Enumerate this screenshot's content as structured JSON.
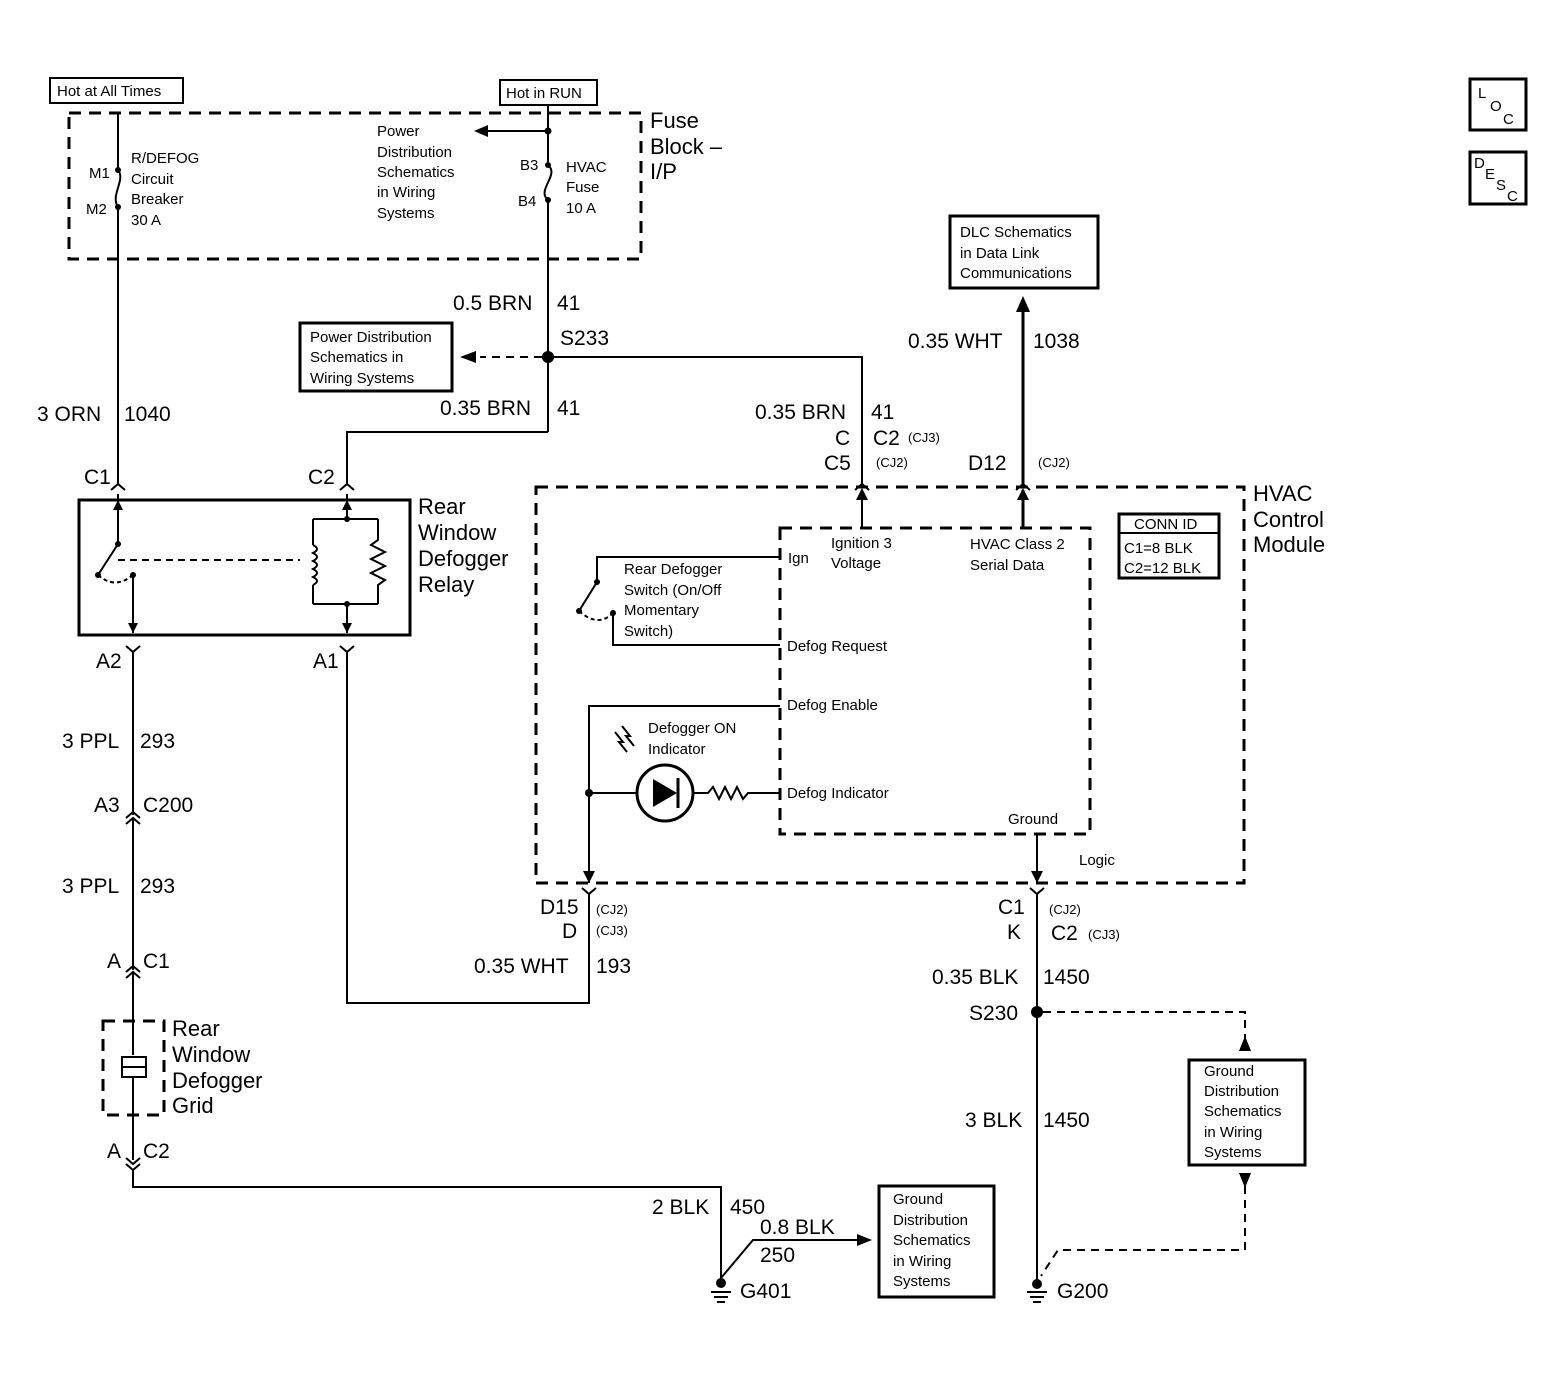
{
  "labels": {
    "hot_at_all_times": "Hot at All Times",
    "hot_in_run": "Hot in RUN",
    "fuse_block": [
      "Fuse",
      "Block –",
      "I/P"
    ],
    "m1": "M1",
    "m2": "M2",
    "cb_desc": [
      "R/DEFOG",
      "Circuit",
      "Breaker",
      "30 A"
    ],
    "pd_top": [
      "Power",
      "Distribution",
      "Schematics",
      "in Wiring",
      "Systems"
    ],
    "b3": "B3",
    "b4": "B4",
    "hvac_fuse": [
      "HVAC",
      "Fuse",
      "10 A"
    ],
    "loc_box": [
      "L",
      "O",
      "C"
    ],
    "desc_box": [
      "D",
      "E",
      "S",
      "C"
    ],
    "dlc_box": [
      "DLC Schematics",
      "in Data Link",
      "Communications"
    ],
    "w_05brn": "0.5 BRN",
    "n41a": "41",
    "s233": "S233",
    "pd_box": [
      "Power Distribution",
      "Schematics in",
      "Wiring Systems"
    ],
    "w_3orn": "3 ORN",
    "n1040": "1040",
    "w_035brn_a": "0.35 BRN",
    "n41b": "41",
    "w_035brn_b": "0.35 BRN",
    "n41c": "41",
    "c_pin": "C",
    "c2_pin": "C2",
    "cj3_a": "(CJ3)",
    "c5_pin": "C5",
    "cj2_a": "(CJ2)",
    "w_035wht_top": "0.35 WHT",
    "n1038": "1038",
    "d12": "D12",
    "cj2_b": "(CJ2)",
    "c1_relay": "C1",
    "c2_relay": "C2",
    "relay_name": [
      "Rear",
      "Window",
      "Defogger",
      "Relay"
    ],
    "a2": "A2",
    "a1": "A1",
    "hvac_module": [
      "HVAC",
      "Control",
      "Module"
    ],
    "conn_id_title": "CONN ID",
    "conn_c1": "C1=8 BLK",
    "conn_c2": "C2=12 BLK",
    "ign3": [
      "Ignition 3",
      "Voltage"
    ],
    "class2": [
      "HVAC Class 2",
      "Serial Data"
    ],
    "ign": "Ign",
    "rear_def_switch": [
      "Rear Defogger",
      "Switch (On/Off",
      "Momentary",
      "Switch)"
    ],
    "defog_request": "Defog Request",
    "defog_enable": "Defog Enable",
    "defog_on_ind": [
      "Defogger ON",
      "Indicator"
    ],
    "defog_indicator": "Defog Indicator",
    "ground": "Ground",
    "logic": "Logic",
    "w_3ppl_a": "3 PPL",
    "n293a": "293",
    "a3": "A3",
    "c200": "C200",
    "w_3ppl_b": "3 PPL",
    "n293b": "293",
    "d15": "D15",
    "cj2_c": "(CJ2)",
    "d_pin": "D",
    "cj3_b": "(CJ3)",
    "w_035wht_bot": "0.35 WHT",
    "n193": "193",
    "c1_bot": "C1",
    "cj2_d": "(CJ2)",
    "k_pin": "K",
    "c2_bot": "C2",
    "cj3_c": "(CJ3)",
    "w_035blk": "0.35 BLK",
    "n1450a": "1450",
    "s230": "S230",
    "a_c1": "A",
    "c1_grid": "C1",
    "grid_name": [
      "Rear",
      "Window",
      "Defogger",
      "Grid"
    ],
    "w_3blk": "3 BLK",
    "n1450b": "1450",
    "ground_box_right": [
      "Ground",
      "Distribution",
      "Schematics",
      "in Wiring",
      "Systems"
    ],
    "a_c2": "A",
    "c2_grid": "C2",
    "w_2blk": "2 BLK",
    "n450": "450",
    "w_08blk": "0.8 BLK",
    "n250": "250",
    "ground_box_left": [
      "Ground",
      "Distribution",
      "Schematics",
      "in Wiring",
      "Systems"
    ],
    "g401": "G401",
    "g200": "G200"
  }
}
